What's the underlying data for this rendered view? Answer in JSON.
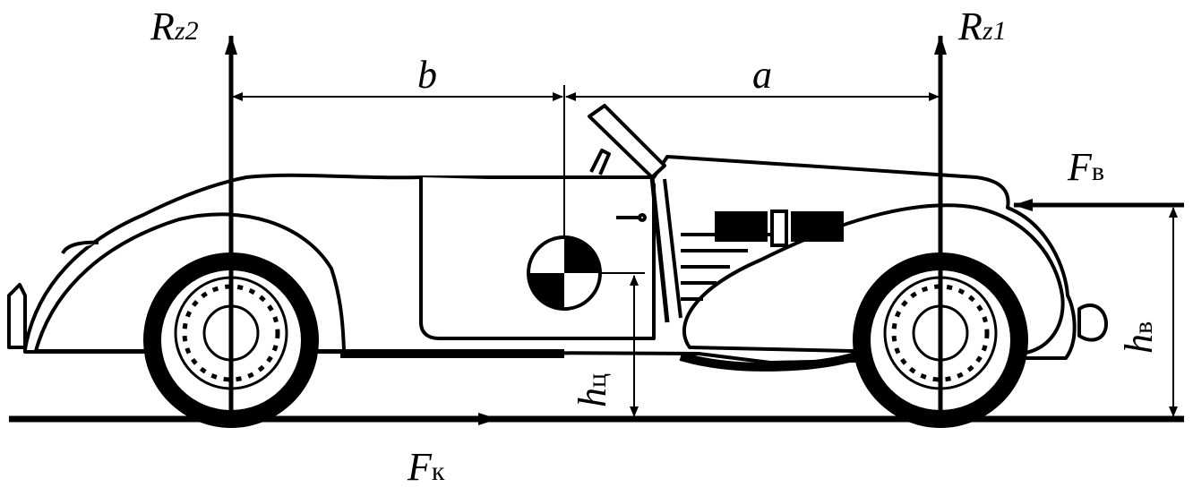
{
  "labels": {
    "rz2": {
      "main": "R",
      "sub": "z2"
    },
    "rz1": {
      "main": "R",
      "sub": "z1"
    },
    "b": "b",
    "a": "a",
    "fv": {
      "main": "F",
      "sub": "в"
    },
    "fk": {
      "main": "F",
      "sub": "к"
    },
    "hc": {
      "main": "h",
      "sub": "ц"
    },
    "hv": {
      "main": "h",
      "sub": "в"
    }
  },
  "colors": {
    "ink": "#000000",
    "paper": "#ffffff"
  }
}
